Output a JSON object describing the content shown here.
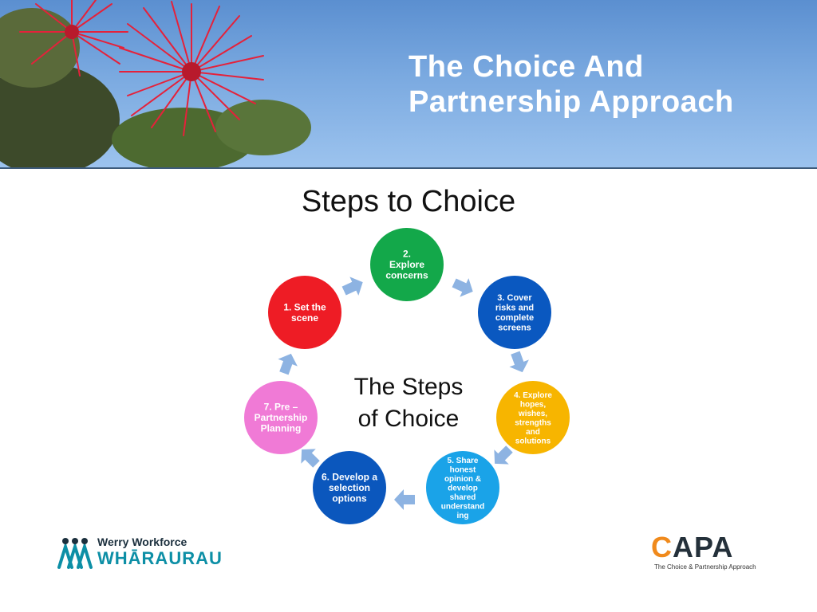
{
  "banner": {
    "title_line1": "The Choice And",
    "title_line2": "Partnership Approach"
  },
  "slide_title": "Steps to Choice",
  "center_label": {
    "line1": "The Steps",
    "line2": "of Choice"
  },
  "steps": [
    {
      "lines": [
        "1. Set the",
        "scene"
      ],
      "color": "#ee1c25"
    },
    {
      "lines": [
        "2.",
        "Explore",
        "concerns"
      ],
      "color": "#13a84a"
    },
    {
      "lines": [
        "3. Cover",
        "risks and",
        "complete",
        "screens"
      ],
      "color": "#0a58c0"
    },
    {
      "lines": [
        "4. Explore",
        "hopes,",
        "wishes,",
        "strengths",
        "and",
        "solutions"
      ],
      "color": "#f7b500"
    },
    {
      "lines": [
        "5. Share",
        "honest",
        "opinion &",
        "develop",
        "shared",
        "understand",
        "ing"
      ],
      "color": "#1aa3e8"
    },
    {
      "lines": [
        "6. Develop a",
        "selection",
        "options"
      ],
      "color": "#0b57bd"
    },
    {
      "lines": [
        "7. Pre –",
        "Partnership",
        "Planning"
      ],
      "color": "#f07ad6"
    }
  ],
  "arrow_color": "#8db3e2",
  "logos": {
    "werry_line1": "Werry Workforce",
    "werry_line2": "WHĀRAURAU",
    "werry_color": "#0d8fa6",
    "capa_word": "CAPA",
    "capa_tagline": "The Choice & Partnership Approach",
    "capa_accent": "#f08a1c"
  }
}
